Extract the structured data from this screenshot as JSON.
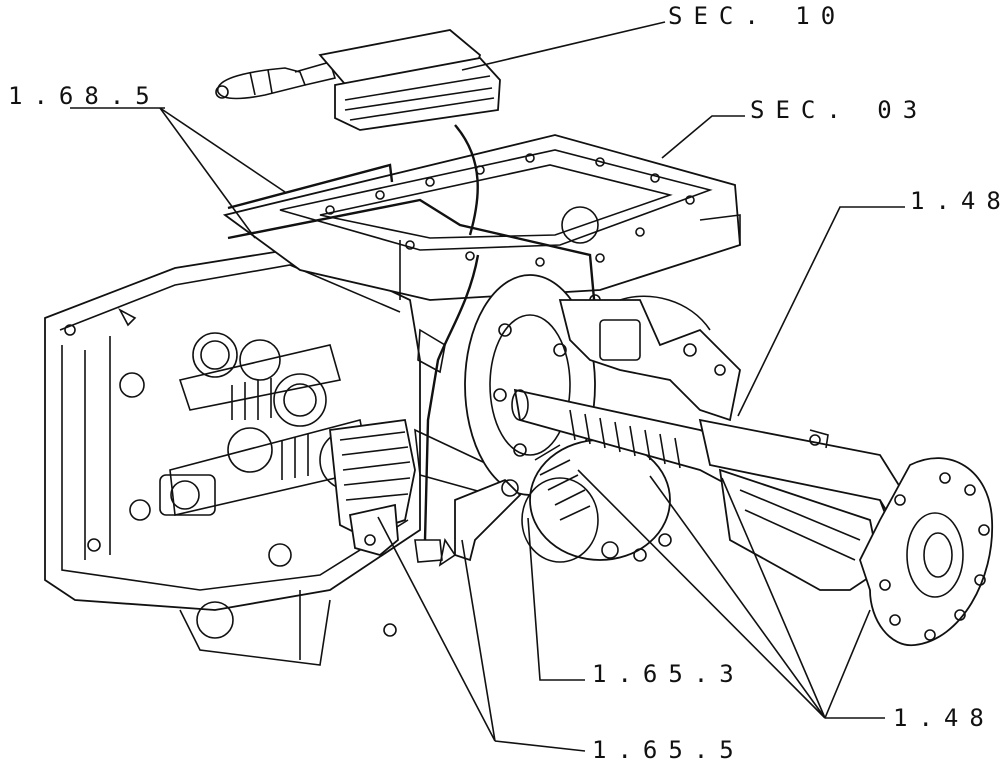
{
  "callouts": {
    "sec_10": "SEC. 10",
    "sec_03": "SEC. 03",
    "ref_1_68_5": "1.68.5",
    "ref_1_48_top": "1.48",
    "ref_1_65_3": "1.65.3",
    "ref_1_48_bottom": "1.48",
    "ref_1_65_5": "1.65.5"
  },
  "colors": {
    "ink": "#111111",
    "paper": "#ffffff"
  }
}
